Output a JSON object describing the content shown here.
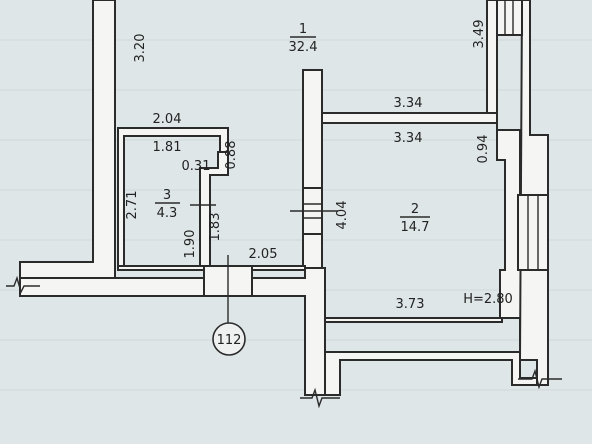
{
  "rooms": {
    "r1": {
      "number": "1",
      "area": "32.4"
    },
    "r2": {
      "number": "2",
      "area": "14.7"
    },
    "r3": {
      "number": "3",
      "area": "4.3"
    }
  },
  "dims": {
    "d_3_20": "3.20",
    "d_2_04": "2.04",
    "d_1_81": "1.81",
    "d_0_31": "0.31",
    "d_0_88": "0.88",
    "d_2_71": "2.71",
    "d_1_90": "1.90",
    "d_1_83": "1.83",
    "d_2_05": "2.05",
    "d_3_34_top": "3.34",
    "d_3_34_in": "3.34",
    "d_0_94": "0.94",
    "d_3_49": "3.49",
    "d_4_04": "4.04",
    "d_3_73": "3.73",
    "height": "H=2.80"
  },
  "marker": {
    "label": "112"
  },
  "colors": {
    "paper": "#dfe6e8",
    "wall_fill": "#f5f6f4",
    "ink": "#2b2b2b"
  }
}
